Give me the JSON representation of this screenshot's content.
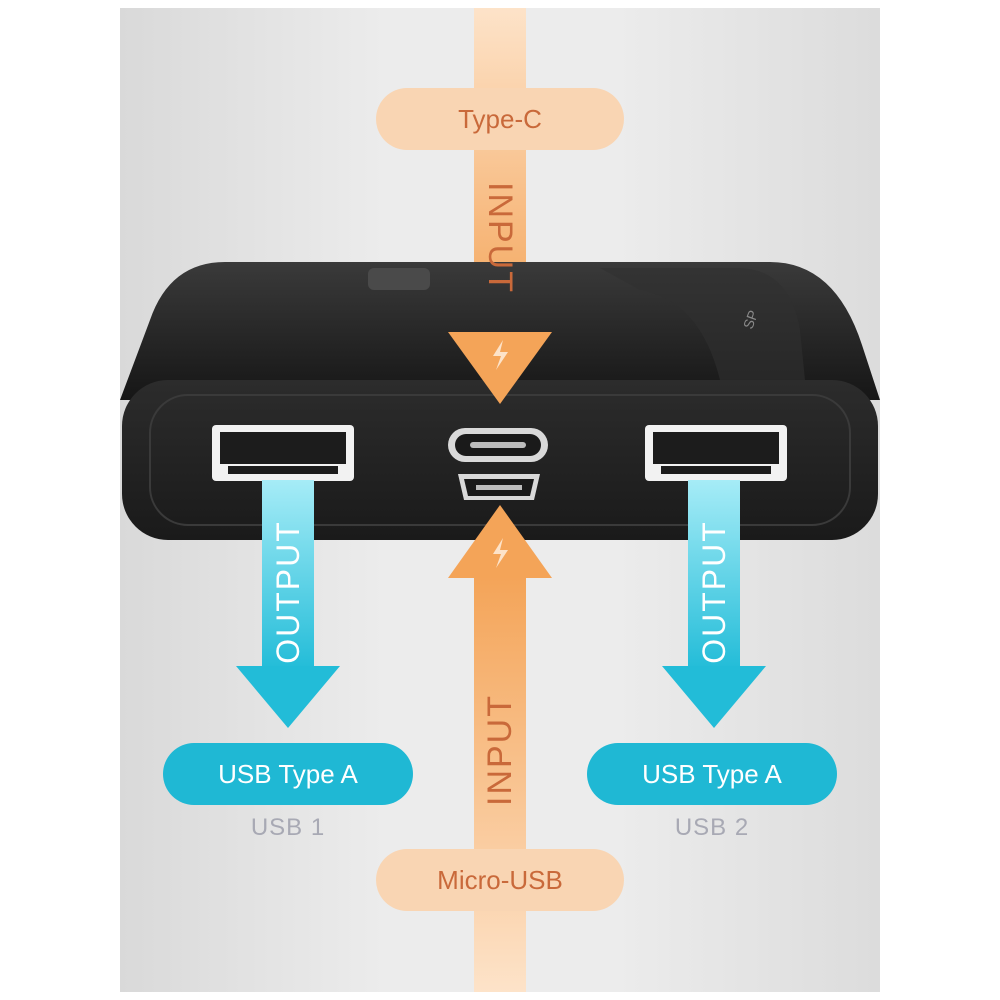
{
  "input_top": {
    "connector_label": "Type-C",
    "direction_label": "INPUT",
    "icon": "lightning-bolt-icon"
  },
  "input_bottom": {
    "connector_label": "Micro-USB",
    "direction_label": "INPUT",
    "icon": "lightning-bolt-icon"
  },
  "output_left": {
    "connector_label": "USB Type A",
    "port_label": "USB 1",
    "direction_label": "OUTPUT"
  },
  "output_right": {
    "connector_label": "USB Type A",
    "port_label": "USB 2",
    "direction_label": "OUTPUT"
  },
  "device": {
    "name": "power-bank"
  },
  "colors": {
    "input": "#f5a55c",
    "input_light": "#f9d5b3",
    "output": "#1fb8d4",
    "output_light": "#8fe3f2",
    "device": "#232323"
  }
}
